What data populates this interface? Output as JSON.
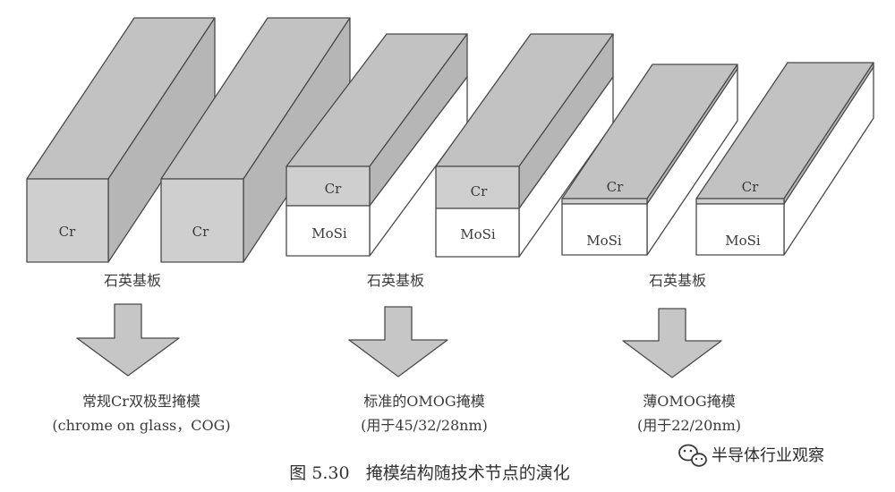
{
  "colors": {
    "cr_fill": "#cfcfcf",
    "cr_top": "#c2c2c2",
    "cr_right": "#b6b6b6",
    "mosi_fill": "#ffffff",
    "arrow_fill": "#c6c6c6",
    "stroke": "#4a4a4a"
  },
  "blocks": [
    {
      "front_label": "Cr"
    },
    {
      "front_label": "Cr"
    },
    {
      "cr_label": "Cr",
      "mosi_label": "MoSi"
    },
    {
      "cr_label": "Cr",
      "mosi_label": "MoSi"
    },
    {
      "cr_label": "Cr",
      "mosi_label": "MoSi"
    },
    {
      "cr_label": "Cr",
      "mosi_label": "MoSi"
    }
  ],
  "substrate_labels": [
    "石英基板",
    "石英基板",
    "石英基板"
  ],
  "captions": [
    {
      "line1": "常规Cr双极型掩模",
      "line2": "(chrome on glass，COG)"
    },
    {
      "line1": "标准的OMOG掩模",
      "line2": "(用于45/32/28nm)"
    },
    {
      "line1": "薄OMOG掩模",
      "line2": "(用于22/20nm)"
    }
  ],
  "figure_caption": "图 5.30   掩模结构随技术节点的演化",
  "watermark": {
    "icon": "wechat-icon",
    "text": "半导体行业观察"
  }
}
